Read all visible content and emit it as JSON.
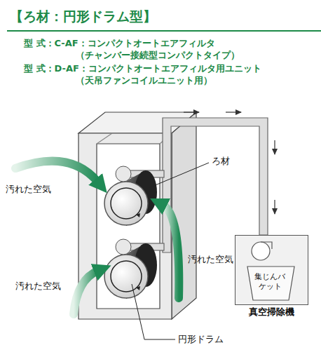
{
  "diagram": {
    "title": "【ろ材：円形ドラム型】",
    "nodes": [
      {
        "text": [
          "真空掃除機"
        ]
      },
      {
        "text": [
          "集じんバケット"
        ],
        "in": 0
      }
    ],
    "labels": [
      "型 式：C-AF：コンパクトオートエアフィルタ",
      "（チャンバー接続型コンパクトタイプ）",
      "型 式：D-AF：コンパクトオートエアフィルタ用ユニット",
      "（天吊ファンコイルユニット用）",
      "ろ材",
      "汚れた空気",
      "汚れた空気",
      "汚れた空気",
      "円形ドラム"
    ]
  }
}
